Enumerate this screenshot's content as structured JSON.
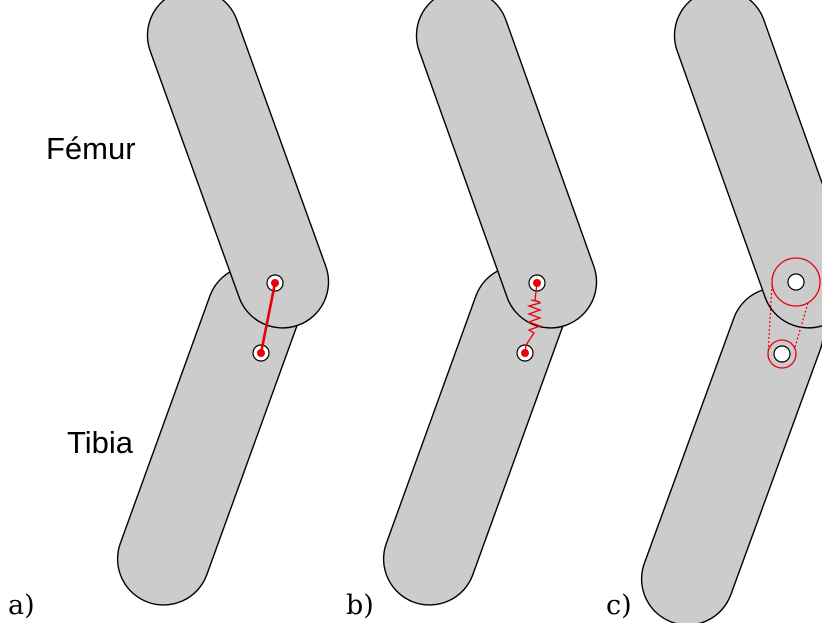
{
  "labels": {
    "femur": "Fémur",
    "tibia": "Tibia"
  },
  "panels": [
    {
      "id": "a",
      "caption": "a)",
      "coupling": "rigid link"
    },
    {
      "id": "b",
      "caption": "b)",
      "coupling": "spring"
    },
    {
      "id": "c",
      "caption": "c)",
      "coupling": "pulley belt"
    }
  ],
  "colors": {
    "bone_fill": "#cccccc",
    "bone_stroke": "#000000",
    "accent_red": "#e8000b"
  }
}
